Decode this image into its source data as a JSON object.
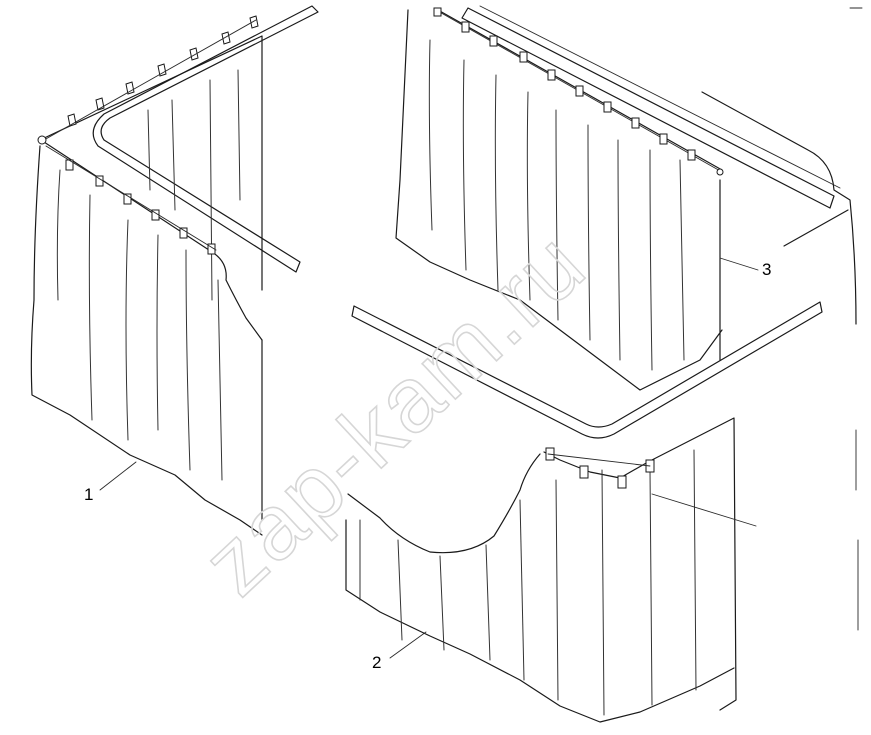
{
  "diagram": {
    "callouts": [
      {
        "id": "1",
        "label": "1"
      },
      {
        "id": "2",
        "label": "2"
      },
      {
        "id": "3",
        "label": "3"
      }
    ],
    "watermark": "zap-kam.ru",
    "colors": {
      "line": "#1a1a1a",
      "background": "#ffffff",
      "watermark": "#d6d6d6"
    }
  }
}
